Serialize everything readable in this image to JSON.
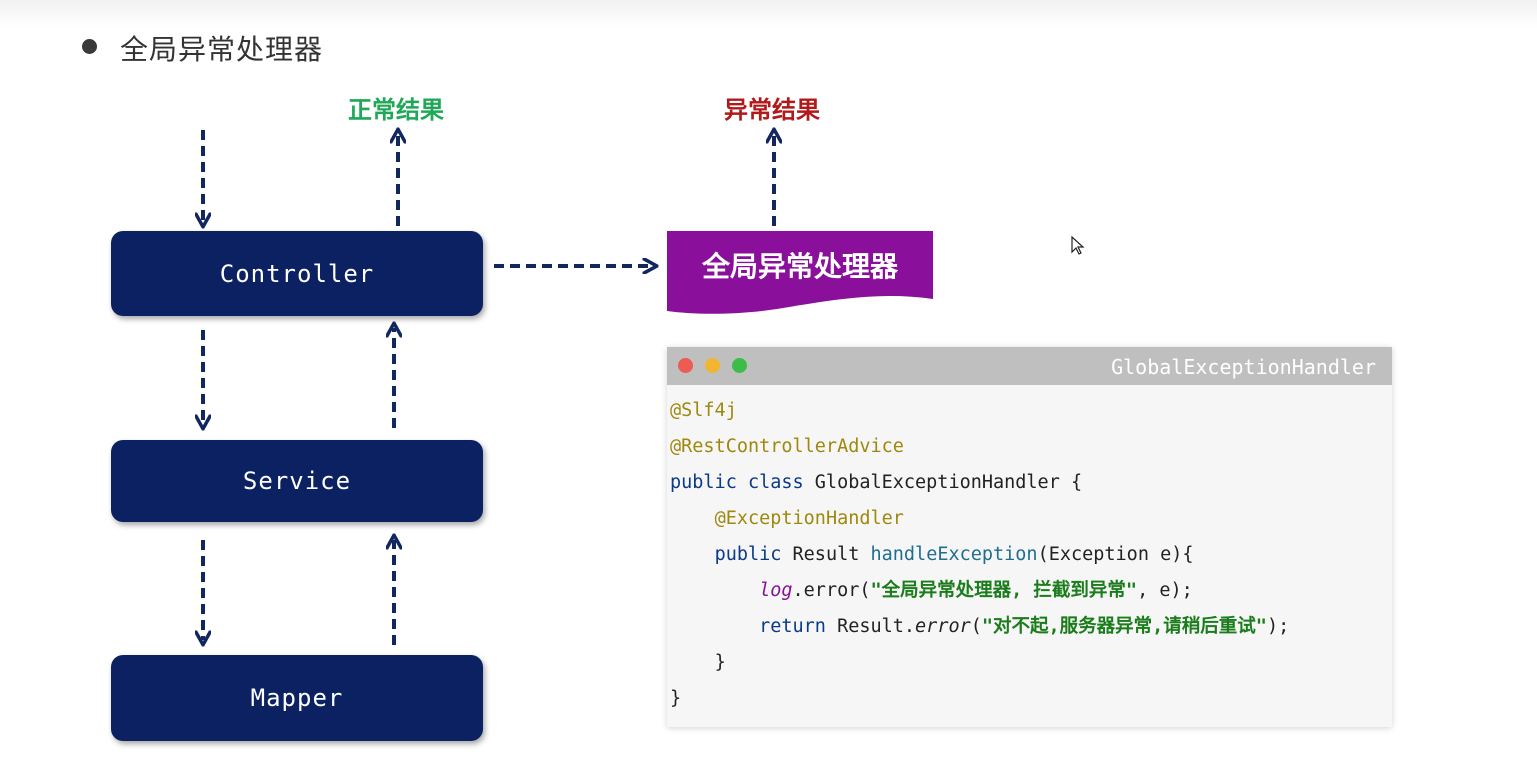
{
  "heading": "全局异常处理器",
  "labels": {
    "normal_result": "正常结果",
    "exception_result": "异常结果"
  },
  "layers": {
    "controller": "Controller",
    "service": "Service",
    "mapper": "Mapper"
  },
  "handler_banner": "全局异常处理器",
  "code_window": {
    "title": "GlobalExceptionHandler",
    "lines": {
      "l1": "@Slf4j",
      "l2": "@RestControllerAdvice",
      "l3_kw": "public class",
      "l3_rest": " GlobalExceptionHandler {",
      "l4": "@ExceptionHandler",
      "l5_kw": "public",
      "l5_type": " Result ",
      "l5_fn": "handleException",
      "l5_rest": "(Exception e){",
      "l6_log": "log",
      "l6_call": ".error(",
      "l6_str": "\"全局异常处理器, 拦截到异常\"",
      "l6_end": ", e);",
      "l7_kw": "return",
      "l7_obj": " Result.",
      "l7_fn": "error",
      "l7_open": "(",
      "l7_str": "\"对不起,服务器异常,请稍后重试\"",
      "l7_end": ");",
      "l8": "}",
      "l9": "}"
    }
  },
  "colors": {
    "box_navy": "#0b2161",
    "banner_purple": "#8a0f9a",
    "normal_green": "#1fa857",
    "error_red": "#b11a1a",
    "arrow_navy": "#13275f"
  },
  "icons": {
    "mouse_cursor": "arrow-pointer-icon"
  }
}
